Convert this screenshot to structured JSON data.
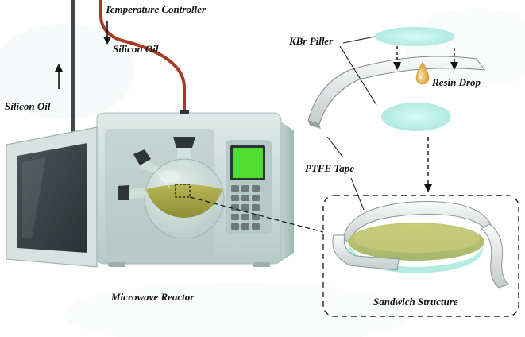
{
  "labels": {
    "temperature_controller": "Temperature Controller",
    "silicon_oil_top": "Silicon Oil",
    "silicon_oil_left": "Silicon Oil",
    "kbr_piller": "KBr Piller",
    "resin_drop": "Resin Drop",
    "ptfe_tape": "PTFE Tape",
    "microwave_reactor": "Microwave Reactor",
    "sandwich_structure": "Sandwich Structure"
  },
  "colors": {
    "background": "#ffffff",
    "reactor_body": "#c9dbd8",
    "door_frame": "#d6e3e0",
    "door_glass": "#3a4346",
    "screen": "#4fdc33",
    "keypad": "#6f7878",
    "oil_tube": "#a83a28",
    "pipe_left": "#3d4a52",
    "flask_liquid": "#a7a64a",
    "kbr_disc": "#bff0ea",
    "ptfe_tape": "#e9ecec",
    "resin": "#e2b24a",
    "dashed_box": "#222222"
  },
  "icons": [
    "arrow-down-icon",
    "arrow-up-icon",
    "resin-drop-icon"
  ]
}
